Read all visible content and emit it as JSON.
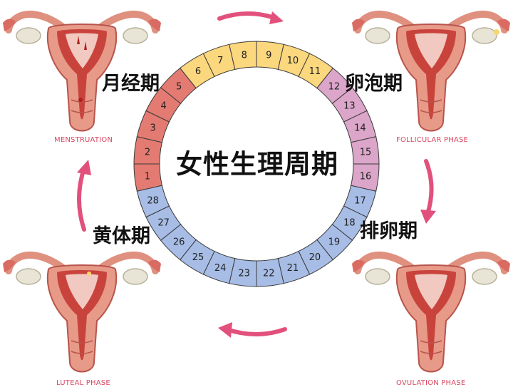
{
  "title": "女性生理周期",
  "phases": {
    "menstruation": {
      "cn": "月经期",
      "en": "MENSTRUATION"
    },
    "follicular": {
      "cn": "卵泡期",
      "en": "FOLLICULAR PHASE"
    },
    "ovulation": {
      "cn": "排卵期",
      "en": "OVULATION PHASE"
    },
    "luteal": {
      "cn": "黄体期",
      "en": "LUTEAL PHASE"
    }
  },
  "cycle_days": [
    "1",
    "2",
    "3",
    "4",
    "5",
    "6",
    "7",
    "8",
    "9",
    "10",
    "11",
    "12",
    "13",
    "14",
    "15",
    "16",
    "17",
    "18",
    "19",
    "20",
    "21",
    "22",
    "23",
    "24",
    "25",
    "26",
    "27",
    "28"
  ],
  "colors": {
    "menstruation": "#e47b72",
    "follicular": "#fbd77d",
    "ovulation": "#dba6c9",
    "luteal": "#a7bde6",
    "arrow": "#e2507c",
    "label_en": "#d9475f"
  }
}
